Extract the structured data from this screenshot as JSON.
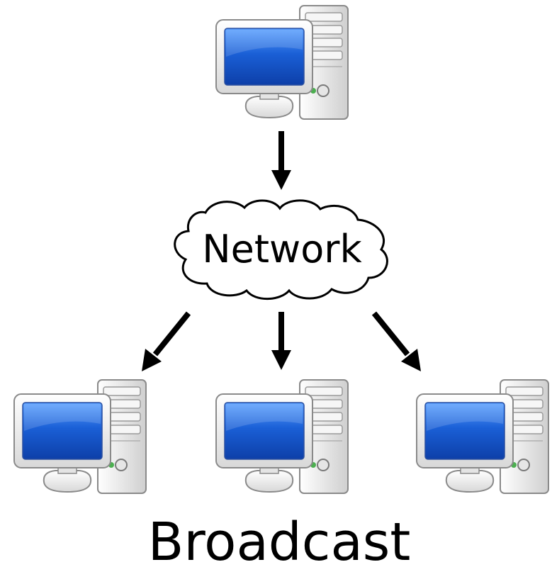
{
  "diagram": {
    "network_label": "Network",
    "caption": "Broadcast",
    "nodes": [
      {
        "role": "sender",
        "icon": "desktop-computer-icon"
      },
      {
        "role": "receiver",
        "icon": "desktop-computer-icon"
      },
      {
        "role": "receiver",
        "icon": "desktop-computer-icon"
      },
      {
        "role": "receiver",
        "icon": "desktop-computer-icon"
      }
    ],
    "network_icon": "cloud-icon",
    "edges": [
      {
        "from": "sender",
        "to": "network"
      },
      {
        "from": "network",
        "to": "receiver-left"
      },
      {
        "from": "network",
        "to": "receiver-center"
      },
      {
        "from": "network",
        "to": "receiver-right"
      }
    ]
  },
  "colors": {
    "screen_blue": "#1a5fd6",
    "screen_blue_light": "#5aa0ff",
    "case_light": "#f4f4f4",
    "case_mid": "#d2d2d2",
    "outline": "#8a8a8a",
    "led_green": "#4caf50",
    "ink": "#000000"
  }
}
